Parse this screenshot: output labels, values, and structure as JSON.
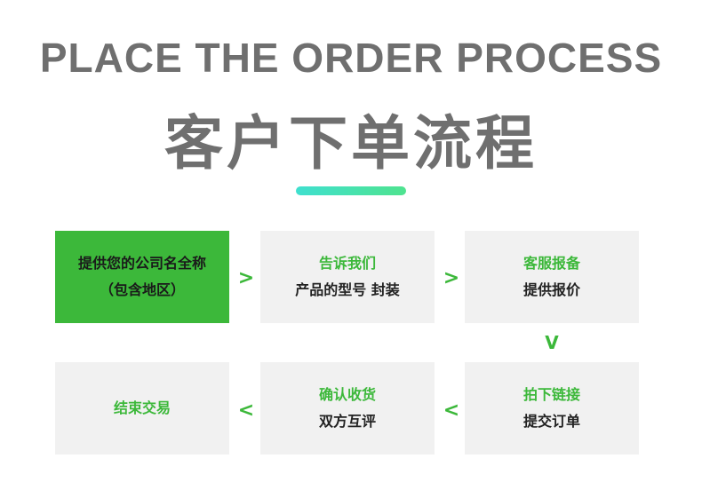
{
  "header": {
    "title_en": "PLACE THE ORDER PROCESS",
    "title_zh": "客户下单流程"
  },
  "colors": {
    "accent_green": "#3cb83a",
    "title_gray": "#6f6f6f",
    "box_gray": "#f1f1f1",
    "gradient_start": "#3fe0cf",
    "gradient_end": "#4fe38f"
  },
  "steps": [
    {
      "line1": "提供您的公司名全称",
      "line2": "（包含地区）"
    },
    {
      "line1": "告诉我们",
      "line2": "产品的型号 封装"
    },
    {
      "line1": "客服报备",
      "line2": "提供报价"
    },
    {
      "line1": "拍下链接",
      "line2": "提交订单"
    },
    {
      "line1": "确认收货",
      "line2": "双方互评"
    },
    {
      "line1": "结束交易"
    }
  ],
  "arrows": {
    "right": ">",
    "down": "V",
    "left": "<"
  }
}
